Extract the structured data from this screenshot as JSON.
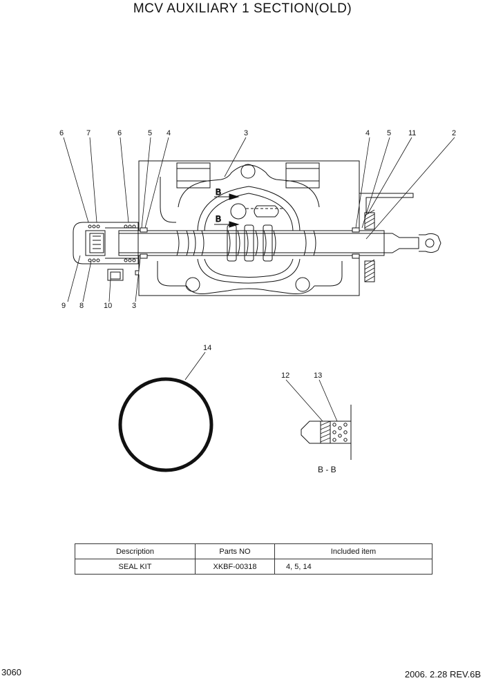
{
  "title": "MCV AUXILIARY 1 SECTION(OLD)",
  "callouts": {
    "c6a": "6",
    "c7": "7",
    "c6b": "6",
    "c5a": "5",
    "c4a": "4",
    "c3top": "3",
    "c4b": "4",
    "c5b": "5",
    "c11": "11",
    "c2": "2",
    "c9": "9",
    "c8": "8",
    "c10": "10",
    "c3bot": "3",
    "c14": "14",
    "c12": "12",
    "c13": "13"
  },
  "section_marks": {
    "b_upper": "B",
    "b_lower": "B"
  },
  "section_caption": "B - B",
  "parts_table": {
    "headers": [
      "Description",
      "Parts NO",
      "Included item"
    ],
    "rows": [
      {
        "description": "SEAL KIT",
        "parts_no": "XKBF-00318",
        "included": "4, 5, 14"
      }
    ]
  },
  "footer": {
    "page": "3060",
    "revision": "2006. 2.28 REV.6B"
  }
}
